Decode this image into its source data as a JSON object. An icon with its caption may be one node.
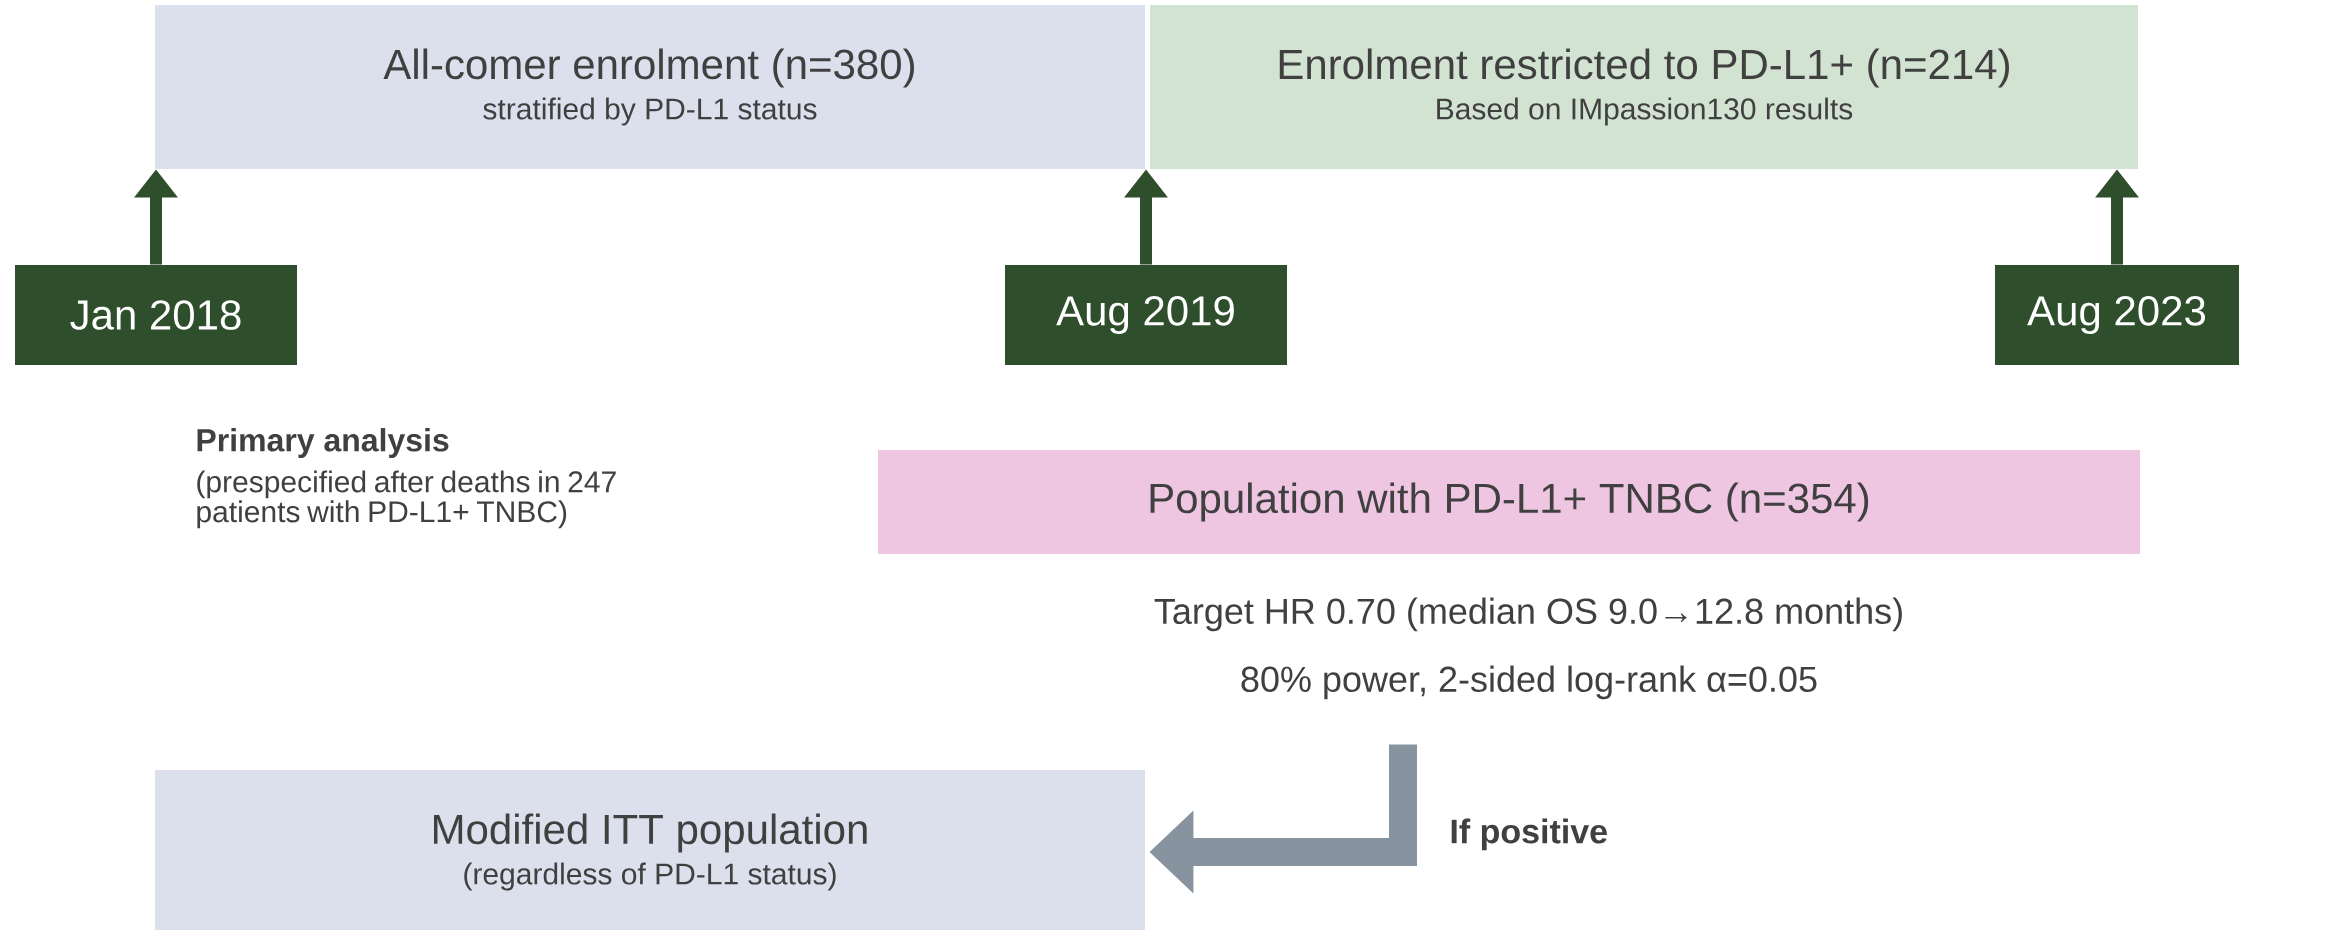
{
  "diagram": {
    "nodes": [
      {
        "text": [
          "All-comer enrolment (n=380)",
          "stratified by PD-L1 status"
        ]
      },
      {
        "text": [
          "Enrolment restricted to PD-L1+ (n=214)",
          "Based on IMpassion130 results"
        ]
      },
      {
        "text": [
          "Jan 2018"
        ]
      },
      {
        "text": [
          "Aug 2019"
        ]
      },
      {
        "text": [
          "Aug 2023"
        ]
      },
      {
        "text": [
          "Population with PD-L1+ TNBC (n=354)"
        ],
        "beside": [
          "Target HR 0.70 (median OS 9.0→12.8 months)",
          "80% power, 2-sided log-rank α=0.05"
        ]
      },
      {
        "text": [
          "Modified ITT population",
          "(regardless of PD-L1 status)"
        ]
      }
    ],
    "edges": [
      {
        "from": 2,
        "to": 0,
        "arrow": "to"
      },
      {
        "from": 3,
        "to": 1,
        "arrow": "to"
      },
      {
        "from": 4,
        "to": 1,
        "arrow": "to"
      },
      {
        "from": 5,
        "to": 6,
        "arrow": "to",
        "label": "If positive",
        "style": "thick",
        "color": "#87939e"
      }
    ],
    "labels": [
      "Primary analysis",
      "(prespecified after deaths in 247 patients with PD-L1+ TNBC)"
    ]
  }
}
